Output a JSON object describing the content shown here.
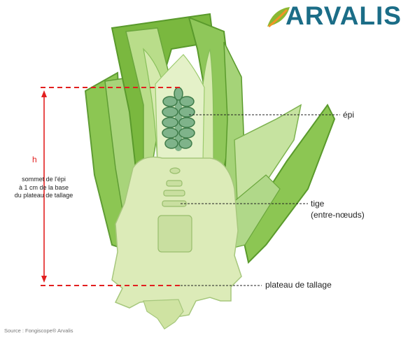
{
  "brand": {
    "logo_text": "ARVALIS",
    "colors": {
      "logo_blue": "#1b6d87",
      "logo_leaf": "#8ab832",
      "leaf_orange": "#f39325"
    }
  },
  "labels": {
    "epi": "épi",
    "tige": "tige",
    "tige_detail": "(entre-nœuds)",
    "plateau": "plateau de tallage",
    "height_symbol": "h",
    "height_line1": "sommet de l'épi",
    "height_line2": "à 1 cm de la base",
    "height_line3": "du plateau de tallage"
  },
  "source": "Source : Fongiscope® Arvalis",
  "colors": {
    "measure_red": "#e21f1f",
    "leaf_green": "#79b843",
    "leaf_light": "#bcdb8d",
    "tissue_pale": "#dcebb8",
    "spike_dark": "#3f7c4a",
    "spike_fill": "#7fb38a"
  }
}
